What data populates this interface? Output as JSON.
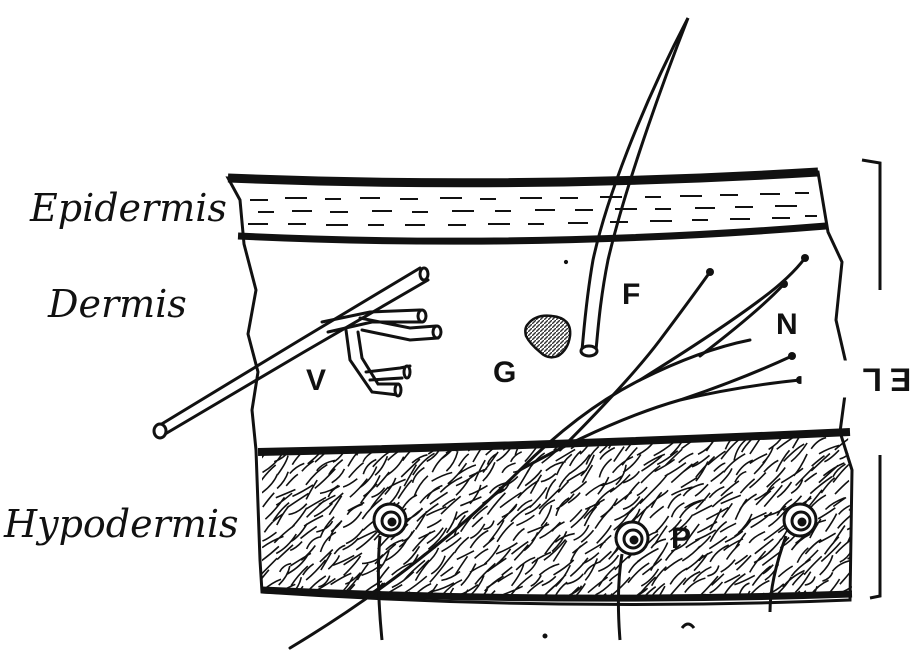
{
  "labels": {
    "epidermis": "Epidermis",
    "dermis": "Dermis",
    "hypodermis": "Hypodermis",
    "piel": "PIEL"
  },
  "markers": {
    "vessels": "V",
    "gland": "G",
    "follicle": "F",
    "nerves": "N",
    "papilla": "P"
  },
  "colors": {
    "ink": "#111111",
    "background": "#ffffff",
    "gland_fill": "#555555"
  }
}
